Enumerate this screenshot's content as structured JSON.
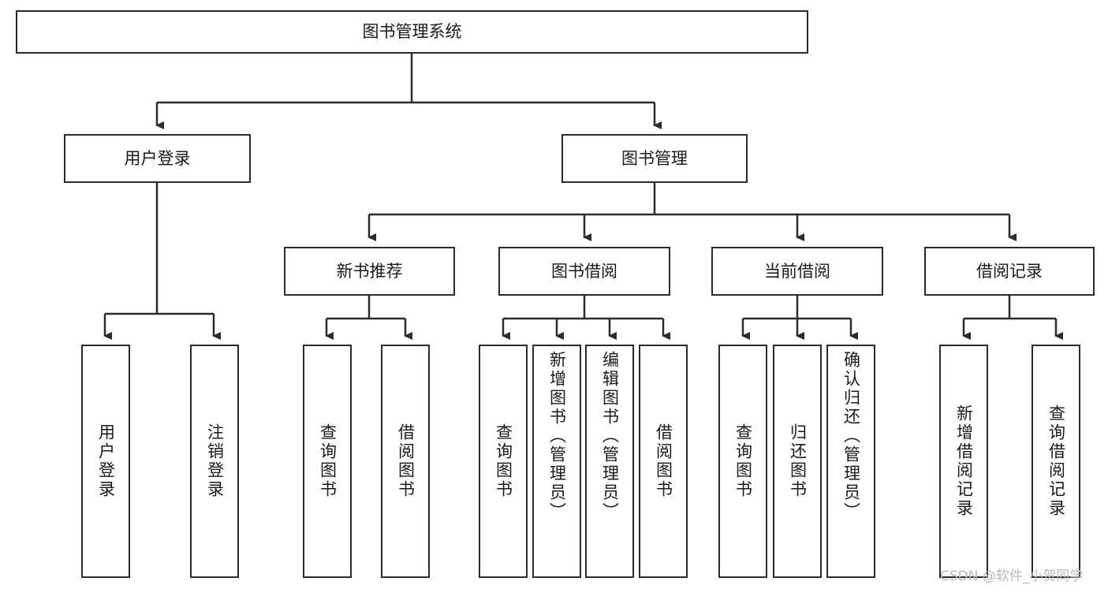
{
  "diagram": {
    "title": "图书管理系统",
    "type": "hierarchy-tree",
    "root": {
      "label": "图书管理系统"
    },
    "level2": [
      {
        "label": "用户登录"
      },
      {
        "label": "图书管理"
      }
    ],
    "level3": [
      {
        "label": "新书推荐"
      },
      {
        "label": "图书借阅"
      },
      {
        "label": "当前借阅"
      },
      {
        "label": "借阅记录"
      }
    ],
    "leaves": {
      "user_login": [
        {
          "label": "用户登录"
        },
        {
          "label": "注销登录"
        }
      ],
      "new_book_recommend": [
        {
          "label": "查询图书"
        },
        {
          "label": "借阅图书"
        }
      ],
      "book_borrow": [
        {
          "label": "查询图书"
        },
        {
          "label": "新增图书（管理员）"
        },
        {
          "label": "编辑图书（管理员）"
        },
        {
          "label": "借阅图书"
        }
      ],
      "current_borrow": [
        {
          "label": "查询图书"
        },
        {
          "label": "归还图书"
        },
        {
          "label": "确认归还（管理员）"
        }
      ],
      "borrow_record": [
        {
          "label": "新增借阅记录"
        },
        {
          "label": "查询借阅记录"
        }
      ]
    },
    "watermark": "CSDN @软件_小贺同学",
    "colors": {
      "stroke": "#2b2b2b",
      "fill": "#ffffff",
      "text": "#1a1a1a",
      "watermark": "#b9b9b9"
    }
  }
}
